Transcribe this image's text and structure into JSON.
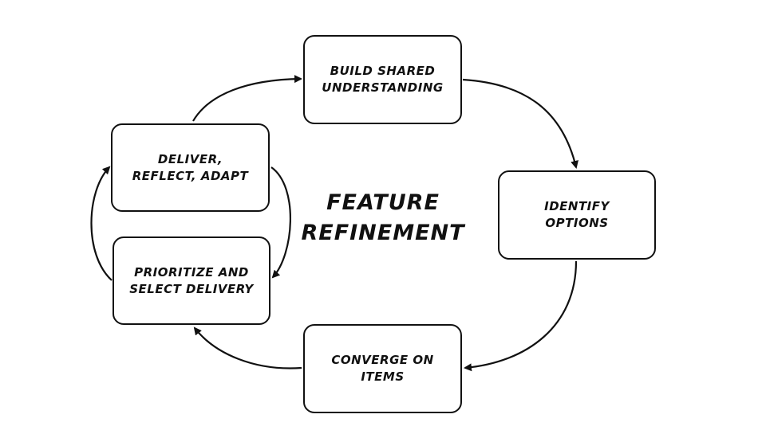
{
  "diagram": {
    "title": "FEATURE\nREFINEMENT",
    "stroke_color": "#111111",
    "background_color": "#ffffff",
    "nodes": {
      "build": "BUILD SHARED\nUNDERSTANDING",
      "identify": "IDENTIFY\nOPTIONS",
      "converge": "CONVERGE ON\nITEMS",
      "prioritize": "PRIORITIZE AND\nSELECT DELIVERY",
      "deliver": "DELIVER,\nREFLECT, ADAPT"
    },
    "edges": [
      {
        "from": "build",
        "to": "identify"
      },
      {
        "from": "identify",
        "to": "converge"
      },
      {
        "from": "converge",
        "to": "prioritize"
      },
      {
        "from": "deliver",
        "to": "prioritize"
      },
      {
        "from": "prioritize",
        "to": "deliver"
      },
      {
        "from": "deliver",
        "to": "build"
      }
    ]
  }
}
